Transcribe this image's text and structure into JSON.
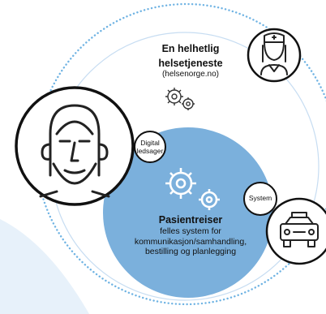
{
  "top": {
    "title_line1": "En helhetlig",
    "title_line2": "helsetjeneste",
    "subtitle": "(helsenorge.no)"
  },
  "bottom": {
    "title": "Pasientreiser",
    "desc_line1": "felles system for",
    "desc_line2": "kommunikasjon/samhandling,",
    "desc_line3": "bestilling og planlegging"
  },
  "bubbles": {
    "digital_line1": "Digital",
    "digital_line2": "ledsager",
    "system": "System"
  },
  "icons": {
    "patient": "patient-icon",
    "nurse": "nurse-icon",
    "taxi": "taxi-icon",
    "gears": "gears-icon"
  },
  "colors": {
    "outer_dots": "#6fb3e3",
    "light_blue_fill": "#e7f1fa",
    "dark_blue_fill": "#7bb0dc",
    "bubble_border": "#111111",
    "accent_stroke": "#c7ddf2"
  }
}
